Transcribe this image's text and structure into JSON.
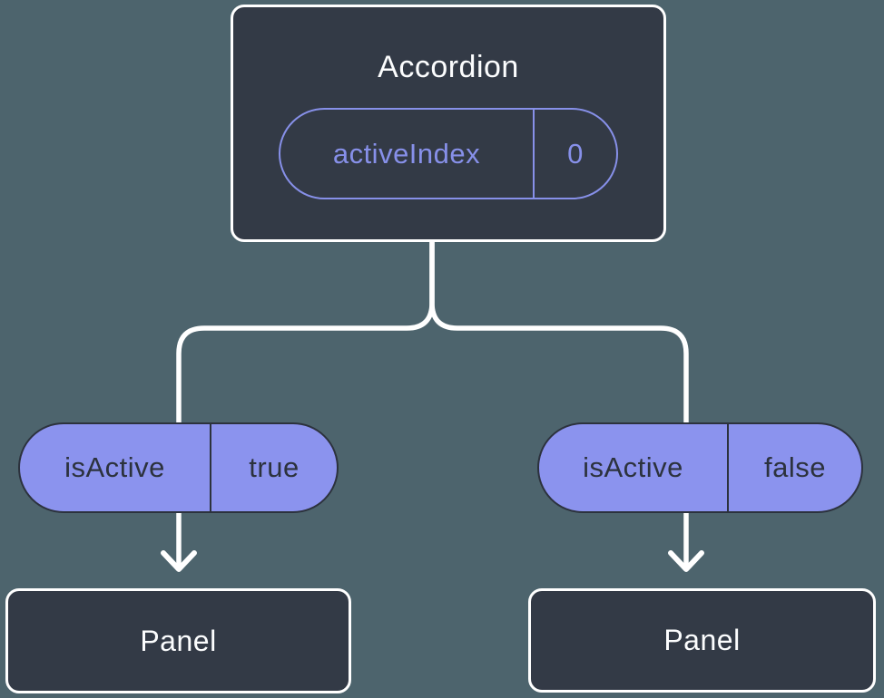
{
  "canvas": {
    "background": "#4d646d"
  },
  "colors": {
    "node_fill": "#333a46",
    "node_border": "#ffffff",
    "node_text": "#fcfdfe",
    "pill_fill": "#8b93ee",
    "pill_ink": "#2c323d",
    "accent_purple": "#8790e9",
    "connector": "#ffffff"
  },
  "diagram": {
    "root": {
      "title": "Accordion",
      "state": {
        "name": "activeIndex",
        "value": "0"
      }
    },
    "branches": [
      {
        "prop_name": "isActive",
        "prop_value": "true",
        "child_title": "Panel"
      },
      {
        "prop_name": "isActive",
        "prop_value": "false",
        "child_title": "Panel"
      }
    ]
  }
}
